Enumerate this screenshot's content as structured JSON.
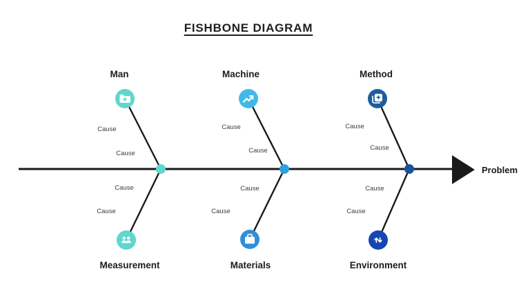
{
  "title": "FISHBONE DIAGRAM",
  "problem": {
    "label": "Problem"
  },
  "colors": {
    "line": "#1a1a1a",
    "teal": "#5FD6CE",
    "sky_blue": "#41B9E8",
    "medium_blue": "#2E90DC",
    "navy_blue": "#1E5C9C",
    "royal_blue": "#1448B0"
  },
  "branches": {
    "top": [
      {
        "name": "man",
        "label": "Man",
        "icon": "folder-star-icon",
        "color": "#5FD6CE",
        "causes": [
          "Cause",
          "Cause"
        ]
      },
      {
        "name": "machine",
        "label": "Machine",
        "icon": "trend-up-icon",
        "color": "#41B9E8",
        "causes": [
          "Cause",
          "Cause"
        ]
      },
      {
        "name": "method",
        "label": "Method",
        "icon": "document-plus-icon",
        "color": "#1E5C9C",
        "causes": [
          "Cause",
          "Cause"
        ]
      }
    ],
    "bottom": [
      {
        "name": "measurement",
        "label": "Measurement",
        "icon": "people-icon",
        "color": "#5FD6CE",
        "causes": [
          "Cause",
          "Cause"
        ]
      },
      {
        "name": "materials",
        "label": "Materials",
        "icon": "briefcase-icon",
        "color": "#2E90DC",
        "causes": [
          "Cause",
          "Cause"
        ]
      },
      {
        "name": "environment",
        "label": "Environment",
        "icon": "swap-arrows-icon",
        "color": "#1448B0",
        "causes": [
          "Cause",
          "Cause"
        ]
      }
    ]
  },
  "junctions": [
    {
      "color": "#5FD6CE"
    },
    {
      "color": "#2E9FDE"
    },
    {
      "color": "#17549E"
    }
  ]
}
